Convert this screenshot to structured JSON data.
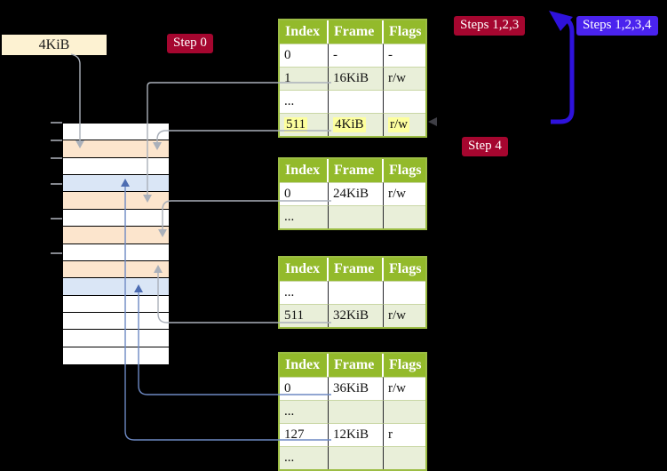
{
  "labels": {
    "frame_size": "4KiB",
    "step0": "Step 0",
    "steps123": "Steps 1,2,3",
    "steps1234": "Steps 1,2,3,4",
    "step4": "Step 4"
  },
  "memory": {
    "row_types": [
      "free",
      "pagetable",
      "free",
      "mapped",
      "pagetable",
      "free",
      "pagetable",
      "free",
      "pagetable",
      "mapped",
      "free",
      "free",
      "free",
      "free"
    ]
  },
  "tables": [
    {
      "name": "page-table-top",
      "headers": [
        "Index",
        "Frame",
        "Flags"
      ],
      "rows": [
        {
          "cells": [
            "0",
            "-",
            "-"
          ],
          "shade": false,
          "highlight": false
        },
        {
          "cells": [
            "1",
            "16KiB",
            "r/w"
          ],
          "shade": true,
          "highlight": false
        },
        {
          "cells": [
            "...",
            "",
            ""
          ],
          "shade": false,
          "highlight": false
        },
        {
          "cells": [
            "511",
            "4KiB",
            "r/w"
          ],
          "shade": true,
          "highlight": true
        }
      ]
    },
    {
      "name": "page-table-second",
      "headers": [
        "Index",
        "Frame",
        "Flags"
      ],
      "rows": [
        {
          "cells": [
            "0",
            "24KiB",
            "r/w"
          ],
          "shade": false,
          "highlight": false
        },
        {
          "cells": [
            "...",
            "",
            ""
          ],
          "shade": true,
          "highlight": false
        }
      ]
    },
    {
      "name": "page-table-third",
      "headers": [
        "Index",
        "Frame",
        "Flags"
      ],
      "rows": [
        {
          "cells": [
            "...",
            "",
            ""
          ],
          "shade": false,
          "highlight": false
        },
        {
          "cells": [
            "511",
            "32KiB",
            "r/w"
          ],
          "shade": true,
          "highlight": false
        }
      ]
    },
    {
      "name": "page-table-bottom",
      "headers": [
        "Index",
        "Frame",
        "Flags"
      ],
      "rows": [
        {
          "cells": [
            "0",
            "36KiB",
            "r/w"
          ],
          "shade": false,
          "highlight": false
        },
        {
          "cells": [
            "...",
            "",
            ""
          ],
          "shade": true,
          "highlight": false
        },
        {
          "cells": [
            "127",
            "12KiB",
            "r"
          ],
          "shade": false,
          "highlight": false
        },
        {
          "cells": [
            "...",
            "",
            ""
          ],
          "shade": true,
          "highlight": false
        }
      ]
    }
  ],
  "colors": {
    "background": "#000000",
    "table_header_green": "#93ba2b",
    "table_row_green": "#e9efd9",
    "table_border_green": "#9cbd44",
    "highlight_yellow": "#fdff9e",
    "badge_red": "#a5062f",
    "badge_blue": "#4a23ee",
    "arrow_blue": "#2e12dc",
    "connector_gray": "#aab0ba",
    "connector_blue": "#6d89c3",
    "connector_blue_head": "#4c6cb2",
    "frame_free": "#ffffff",
    "frame_pagetable": "#fce5cd",
    "frame_mapped": "#dae6f6",
    "label_cream": "#fdf2d2"
  }
}
